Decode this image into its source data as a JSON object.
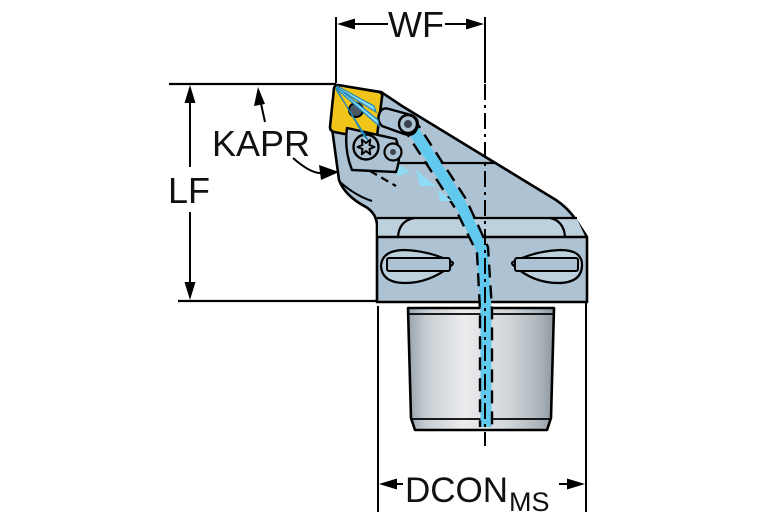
{
  "diagram": {
    "type": "technical-dimension-drawing",
    "subject": "lathe turning tool holder with through coolant, front view",
    "labels": {
      "wf": "WF",
      "lf": "LF",
      "kapr": "KAPR",
      "dcon": "DCON",
      "dcon_sub": "MS"
    },
    "colors": {
      "background": "#ffffff",
      "line": "#000000",
      "body": "#adc2d3",
      "body_light": "#bdd0de",
      "insert": "#f0c419",
      "insert_hole": "#4d5866",
      "coolant": "#62c9ee",
      "coolant_jet": "#8edcf5",
      "shank_dark": "#97a2ab",
      "shank_light": "#ececee"
    }
  }
}
